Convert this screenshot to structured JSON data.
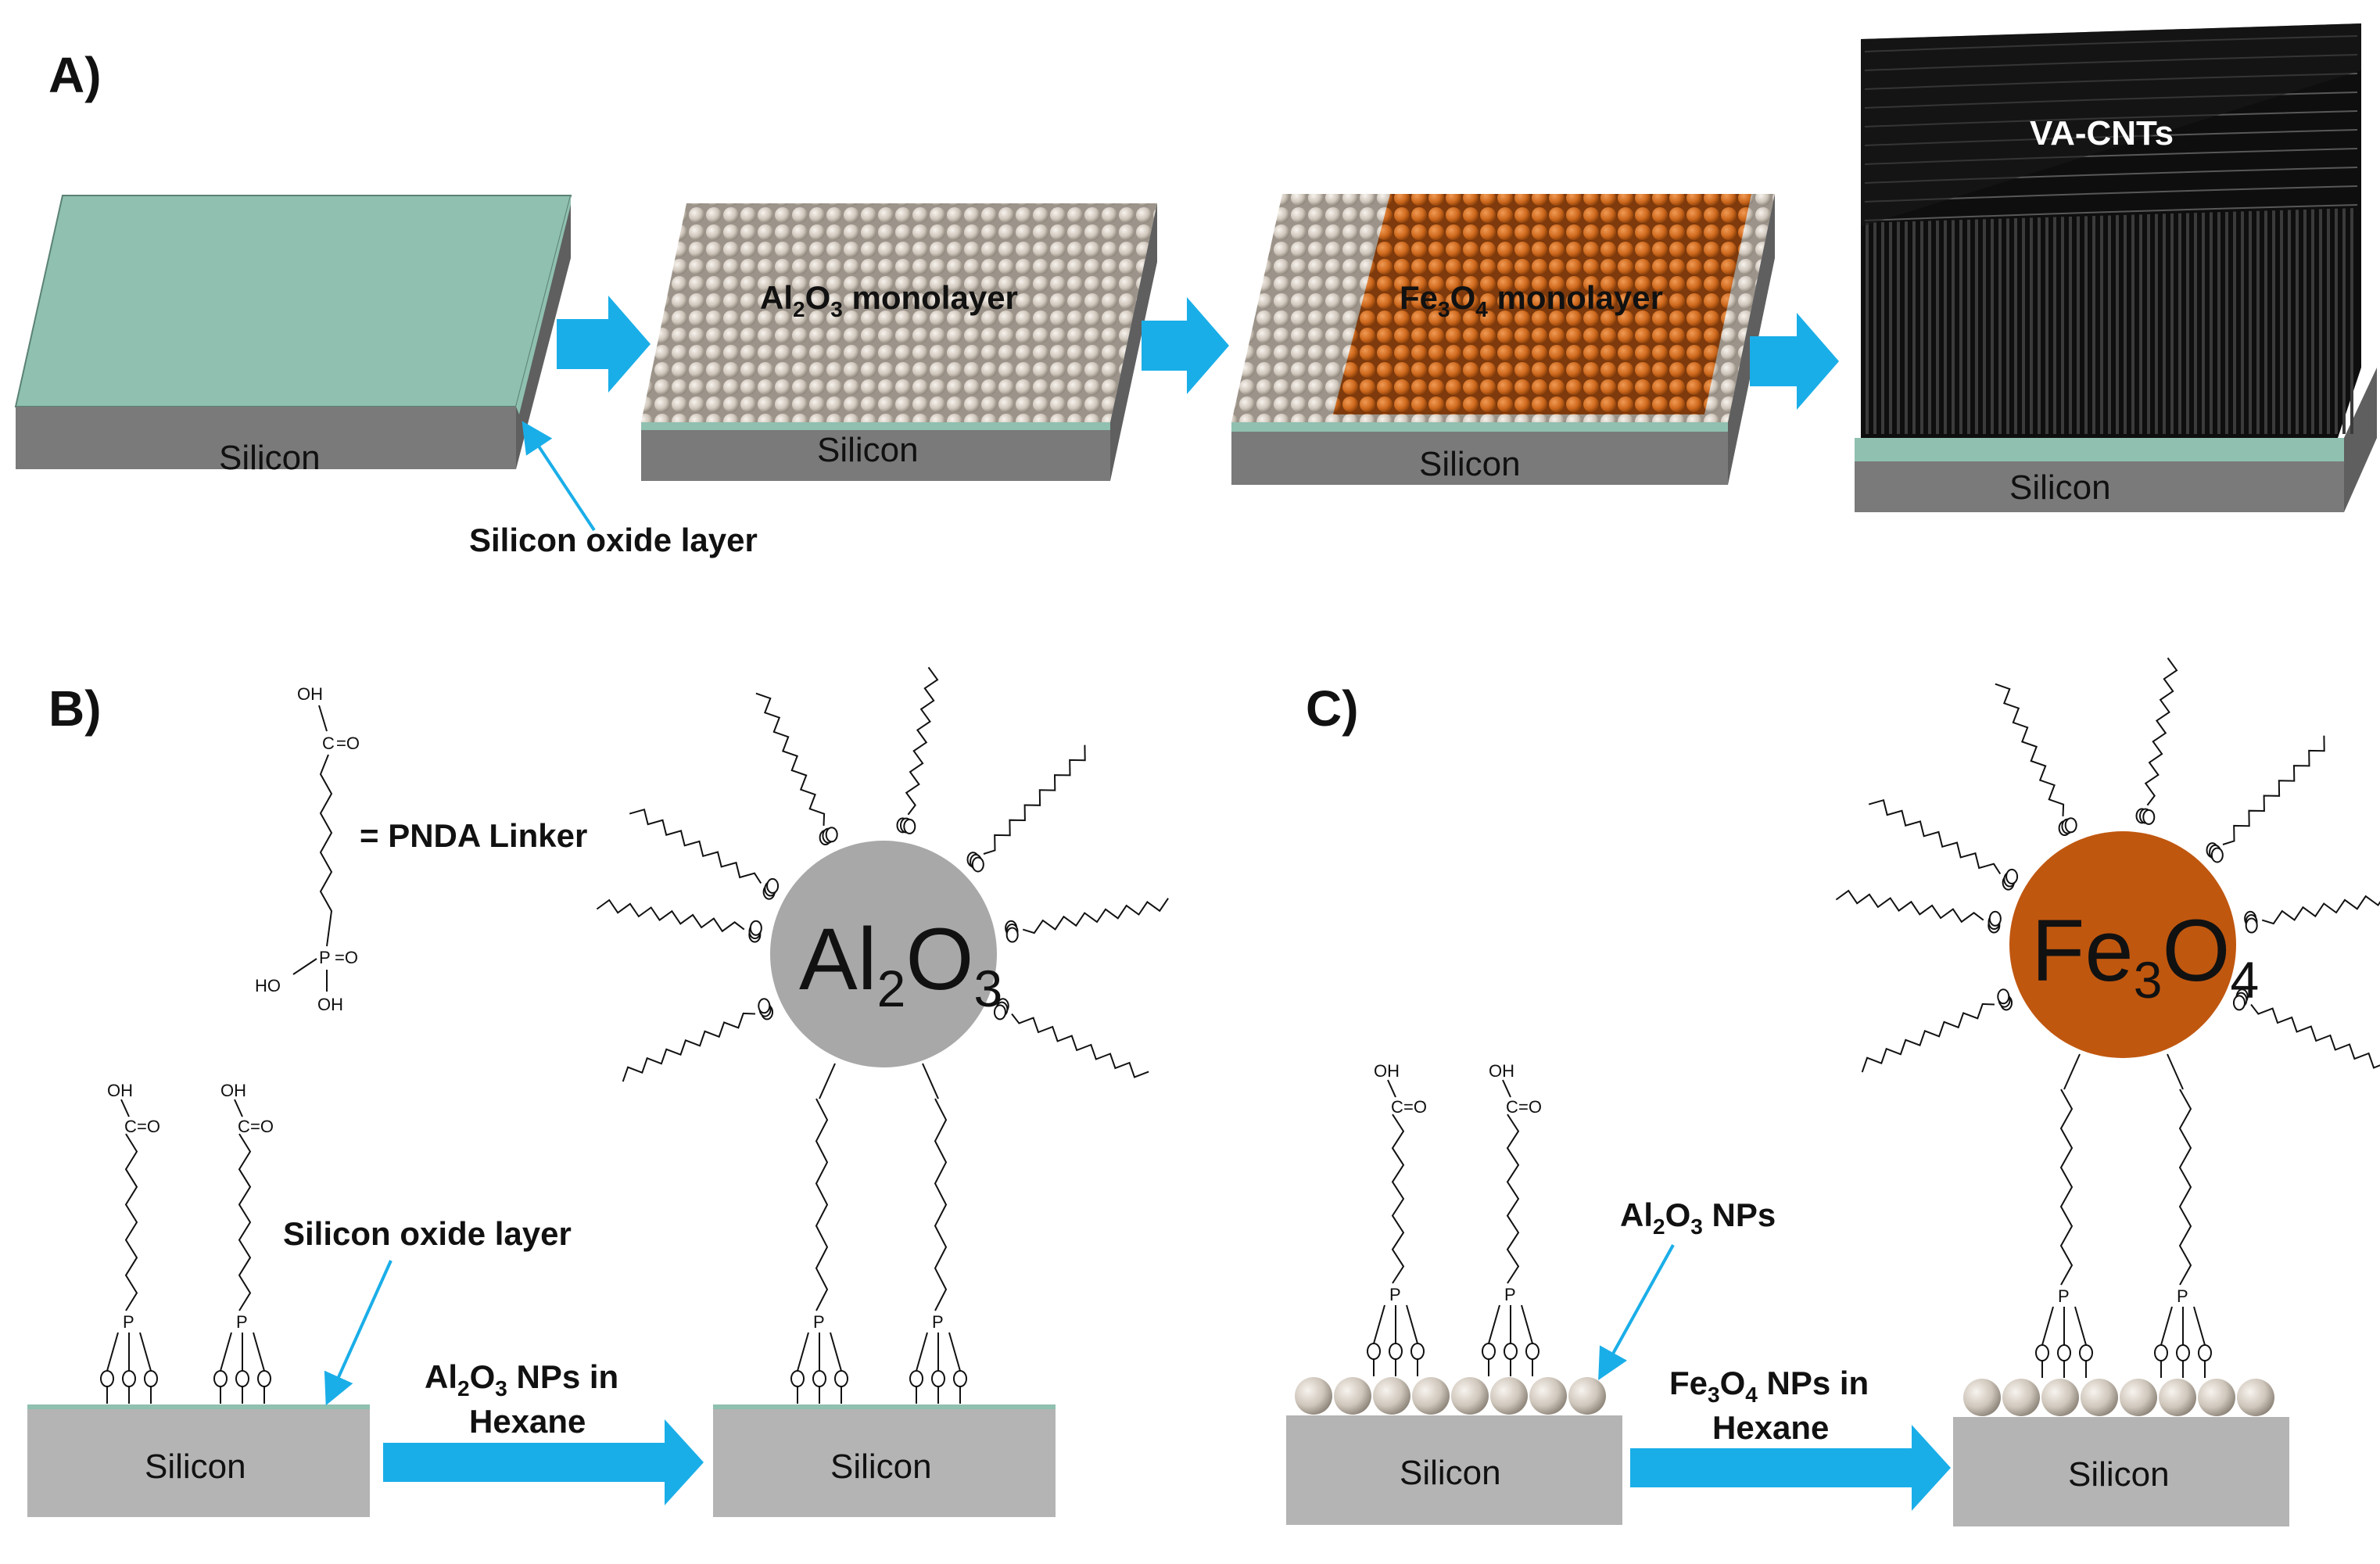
{
  "panels": {
    "a": {
      "letter": "A)"
    },
    "b": {
      "letter": "B)"
    },
    "c": {
      "letter": "C)"
    }
  },
  "panel_a": {
    "substrate_label": "Silicon",
    "oxide_callout": "Silicon oxide layer",
    "step2_layer": {
      "base": "Al",
      "sub1": "2",
      "mid": "O",
      "sub2": "3",
      "tail": " monolayer"
    },
    "step3_layer": {
      "base": "Fe",
      "sub1": "3",
      "mid": "O",
      "sub2": "4",
      "tail": " monolayer"
    },
    "step4_label": "VA-CNTs"
  },
  "panel_b": {
    "linker_legend": "= PNDA Linker",
    "oxide_callout": "Silicon oxide layer",
    "substrate_label": "Silicon",
    "arrow_line1": {
      "base": "Al",
      "sub1": "2",
      "mid": "O",
      "sub2": "3",
      "tail": " NPs in"
    },
    "arrow_line2": "Hexane",
    "np_label": {
      "base": "Al",
      "sub1": "2",
      "mid": "O",
      "sub2": "3"
    }
  },
  "panel_c": {
    "np_callout": {
      "base": "Al",
      "sub1": "2",
      "mid": "O",
      "sub2": "3",
      "tail": " NPs"
    },
    "substrate_label": "Silicon",
    "arrow_line1": {
      "base": "Fe",
      "sub1": "3",
      "mid": "O",
      "sub2": "4",
      "tail": " NPs in"
    },
    "arrow_line2": "Hexane",
    "np_label": {
      "base": "Fe",
      "sub1": "3",
      "mid": "O",
      "sub2": "4"
    }
  },
  "chem_atoms": {
    "oh": "OH",
    "ho": "HO",
    "c": "C",
    "o": "O",
    "p": "P",
    "eq_o": "=O"
  },
  "colors": {
    "oxide": "#8fc0b0",
    "silicon_side": "#7a7a7a",
    "silicon_block": "#b4b4b4",
    "arrow": "#1aaee8",
    "alumina_np": "#a8a8a8",
    "alumina_bead": "#d9d2c8",
    "iron_np": "#c0570f",
    "iron_bead": "#d06a1c",
    "cnt": "#111111"
  }
}
